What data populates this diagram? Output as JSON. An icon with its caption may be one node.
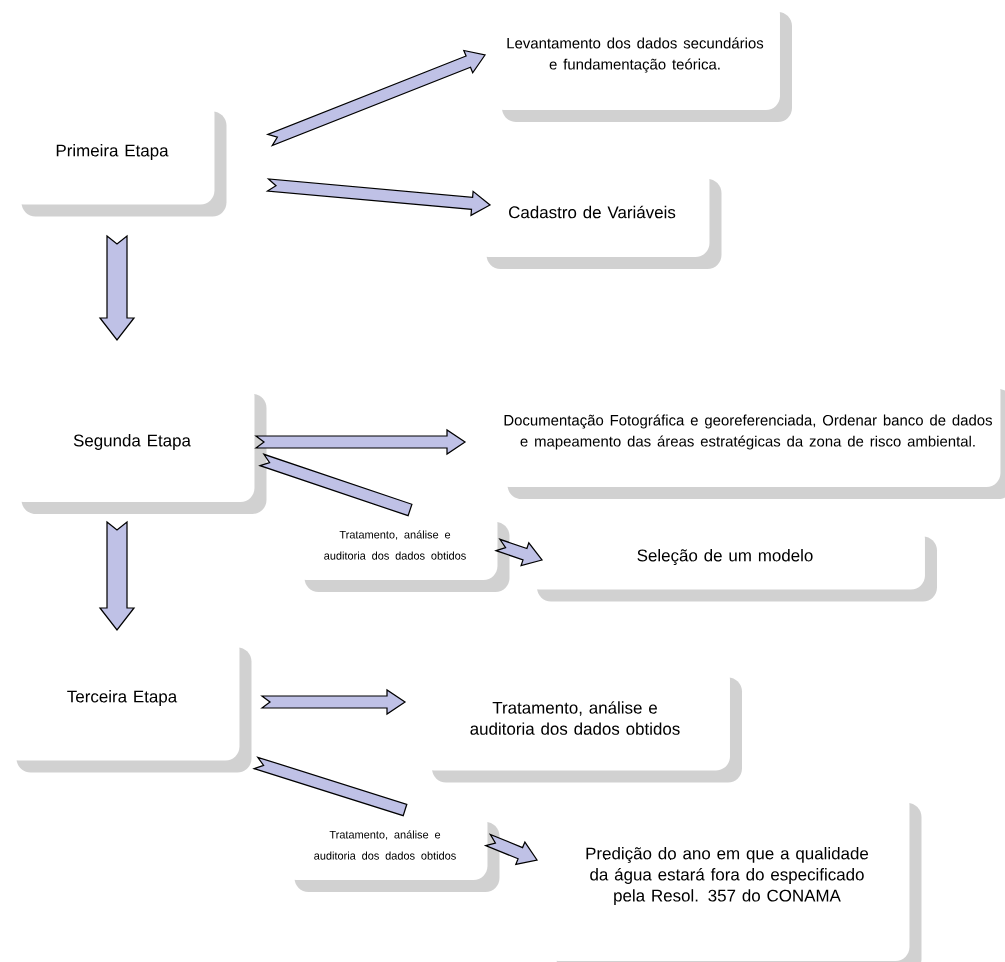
{
  "diagram": {
    "nodes": [
      {
        "text": [
          "Primeira Etapa"
        ]
      },
      {
        "text": [
          "Levantamento dos dados secundários e fundamentação teórica."
        ]
      },
      {
        "text": [
          "Cadastro de Variáveis"
        ]
      },
      {
        "text": [
          "Segunda Etapa"
        ]
      },
      {
        "text": [
          "Documentação Fotográfica e georeferenciada, Ordenar banco de dados e mapeamento das áreas estratégicas da zona de risco ambiental."
        ]
      },
      {
        "text": [
          "Tratamento, análise e auditoria dos dados obtidos"
        ]
      },
      {
        "text": [
          "Seleção de um modelo"
        ]
      },
      {
        "text": [
          "Terceira Etapa"
        ]
      },
      {
        "text": [
          "Tratamento, análise e auditoria dos dados obtidos"
        ]
      },
      {
        "text": [
          "Tratamento, análise e auditoria dos dados obtidos"
        ]
      },
      {
        "text": [
          "Predição do ano em que a qualidade da água estará fora do especificado pela Resol. 357 do CONAMA"
        ]
      }
    ],
    "edges": [
      {
        "from": 0,
        "to": 1,
        "arrow": "to"
      },
      {
        "from": 0,
        "to": 2,
        "arrow": "to"
      },
      {
        "from": 0,
        "to": 3,
        "arrow": "to"
      },
      {
        "from": 3,
        "to": 4,
        "arrow": "to"
      },
      {
        "from": 3,
        "to": 5,
        "arrow": "none"
      },
      {
        "from": 5,
        "to": 6,
        "arrow": "to"
      },
      {
        "from": 3,
        "to": 7,
        "arrow": "to"
      },
      {
        "from": 7,
        "to": 8,
        "arrow": "to"
      },
      {
        "from": 7,
        "to": 9,
        "arrow": "none"
      },
      {
        "from": 9,
        "to": 10,
        "arrow": "to"
      }
    ]
  }
}
